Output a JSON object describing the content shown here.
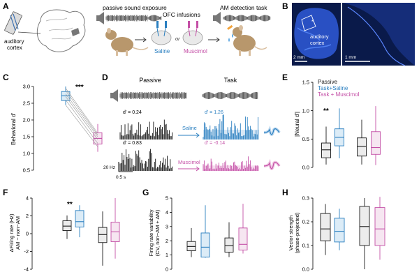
{
  "colors": {
    "black": "#1a1a1a",
    "saline": "#2a7fc0",
    "muscimol": "#c44fa6",
    "saline_fill": "#dcecf7",
    "muscimol_fill": "#f6e6f1",
    "passive_fill": "#ececec",
    "brain_bg": "#0a1a4a",
    "brain_tissue": "#2f5bd8"
  },
  "panels": {
    "A": {
      "letter": "A",
      "passive_label": "passive sound exposure",
      "ofc_label": "OFC infusions",
      "task_label": "AM detection task",
      "saline_label": "Saline",
      "or_label": "or",
      "muscimol_label": "Muscimol",
      "cortex_label_1": "auditory",
      "cortex_label_2": "cortex"
    },
    "B": {
      "letter": "B",
      "region_label_1": "auditory",
      "region_label_2": "cortex",
      "scale_left": "2 mm",
      "scale_right": "1 mm"
    },
    "C": {
      "letter": "C",
      "ylabel": "Behavioral d'",
      "sig": "***"
    },
    "D": {
      "letter": "D",
      "passive_title": "Passive",
      "task_title": "Task",
      "d_passive_saline": "d' = 0.24",
      "d_task_saline": "d' = 1.26",
      "d_passive_muscimol": "d' = 0.83",
      "d_task_muscimol": "d' = -0.14",
      "saline_label": "Saline",
      "muscimol_label": "Muscimol",
      "scale_y": "20 Hz",
      "scale_x": "0.5 s"
    },
    "E": {
      "letter": "E",
      "ylabel": "|Neural d'|",
      "legend": [
        "Passive",
        "Task+Saline",
        "Task + Muscimol"
      ],
      "sig": "**"
    },
    "F": {
      "letter": "F",
      "ylabel_1": "ΔFiring rate (Hz)",
      "ylabel_2": "AM − non−AM",
      "sig": "**"
    },
    "G": {
      "letter": "G",
      "ylabel_1": "Firing rate variability",
      "ylabel_2": "(CV, non−AM + AM)"
    },
    "H": {
      "letter": "H",
      "ylabel_1": "Vector strength",
      "ylabel_2": "(phase-projected)"
    }
  },
  "chart_data": [
    {
      "id": "C",
      "type": "box",
      "ylim": [
        0.5,
        3.0
      ],
      "yticks": [
        0.5,
        1.0,
        1.5,
        2.0,
        2.5,
        3.0
      ],
      "boxes": [
        {
          "group": "Saline",
          "min": 2.45,
          "q1": 2.58,
          "median": 2.72,
          "q3": 2.85,
          "max": 3.0
        },
        {
          "group": "Muscimol",
          "min": 1.05,
          "q1": 1.28,
          "median": 1.45,
          "q3": 1.62,
          "max": 1.88
        }
      ],
      "pairs": [
        [
          2.45,
          1.2
        ],
        [
          2.6,
          1.3
        ],
        [
          2.7,
          1.42
        ],
        [
          2.78,
          1.5
        ],
        [
          2.88,
          1.55
        ],
        [
          2.95,
          1.6
        ]
      ]
    },
    {
      "id": "E",
      "type": "box",
      "ylim": [
        0,
        1.5
      ],
      "yticks": [
        0,
        0.5,
        1.0,
        1.5
      ],
      "boxes": [
        {
          "group": "Passive",
          "min": 0.05,
          "q1": 0.17,
          "median": 0.31,
          "q3": 0.43,
          "max": 0.72
        },
        {
          "group": "Task+Saline",
          "min": 0.16,
          "q1": 0.38,
          "median": 0.53,
          "q3": 0.68,
          "max": 1.04
        },
        {
          "group": "Passive",
          "min": 0.05,
          "q1": 0.2,
          "median": 0.37,
          "q3": 0.52,
          "max": 0.84
        },
        {
          "group": "Task + Muscimol",
          "min": 0.04,
          "q1": 0.23,
          "median": 0.35,
          "q3": 0.63,
          "max": 1.08
        }
      ]
    },
    {
      "id": "F",
      "type": "box",
      "ylim": [
        -4,
        4
      ],
      "yticks": [
        -4,
        -2,
        0,
        2,
        4
      ],
      "boxes": [
        {
          "group": "Passive",
          "min": -0.6,
          "q1": 0.35,
          "median": 0.85,
          "q3": 1.45,
          "max": 2.05
        },
        {
          "group": "Task+Saline",
          "min": -0.4,
          "q1": 0.75,
          "median": 1.35,
          "q3": 2.6,
          "max": 3.2
        },
        {
          "group": "Passive",
          "min": -3.6,
          "q1": -1.0,
          "median": -0.1,
          "q3": 0.7,
          "max": 2.5
        },
        {
          "group": "Task + Muscimol",
          "min": -2.8,
          "q1": -0.9,
          "median": 0.2,
          "q3": 1.3,
          "max": 4.0
        }
      ]
    },
    {
      "id": "G",
      "type": "box",
      "ylim": [
        0,
        5
      ],
      "yticks": [
        0,
        1,
        2,
        3,
        4,
        5
      ],
      "boxes": [
        {
          "group": "Passive",
          "min": 0.85,
          "q1": 1.3,
          "median": 1.6,
          "q3": 1.95,
          "max": 2.9
        },
        {
          "group": "Task+Saline",
          "min": 0.8,
          "q1": 0.85,
          "median": 1.55,
          "q3": 2.55,
          "max": 4.5
        },
        {
          "group": "Passive",
          "min": 0.85,
          "q1": 1.2,
          "median": 1.65,
          "q3": 2.2,
          "max": 3.3
        },
        {
          "group": "Task + Muscimol",
          "min": 1.1,
          "q1": 1.35,
          "median": 1.75,
          "q3": 2.9,
          "max": 4.6
        }
      ]
    },
    {
      "id": "H",
      "type": "box",
      "ylim": [
        0,
        0.3
      ],
      "yticks": [
        0,
        0.1,
        0.2,
        0.3
      ],
      "boxes": [
        {
          "group": "Passive",
          "min": 0.06,
          "q1": 0.12,
          "median": 0.17,
          "q3": 0.235,
          "max": 0.275
        },
        {
          "group": "Task+Saline",
          "min": 0.08,
          "q1": 0.115,
          "median": 0.16,
          "q3": 0.215,
          "max": 0.255
        },
        {
          "group": "Passive",
          "min": 0.0,
          "q1": 0.1,
          "median": 0.18,
          "q3": 0.265,
          "max": 0.3
        },
        {
          "group": "Task + Muscimol",
          "min": 0.04,
          "q1": 0.1,
          "median": 0.17,
          "q3": 0.26,
          "max": 0.305
        }
      ]
    }
  ]
}
